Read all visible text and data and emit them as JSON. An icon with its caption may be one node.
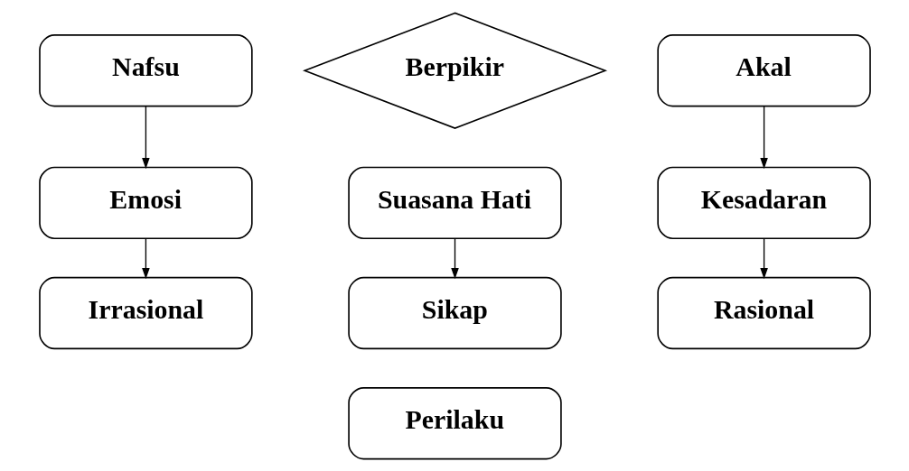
{
  "diagram": {
    "nodes": [
      {
        "text": [
          "Nafsu"
        ]
      },
      {
        "text": [
          "Berpikir"
        ]
      },
      {
        "text": [
          "Akal"
        ]
      },
      {
        "text": [
          "Emosi"
        ]
      },
      {
        "text": [
          "Suasana Hati"
        ]
      },
      {
        "text": [
          "Kesadaran"
        ]
      },
      {
        "text": [
          "Irrasional"
        ]
      },
      {
        "text": [
          "Sikap"
        ]
      },
      {
        "text": [
          "Rasional"
        ]
      },
      {
        "text": [
          "Perilaku"
        ]
      }
    ],
    "edges": [
      {
        "from": 0,
        "to": 3,
        "arrow": "to"
      },
      {
        "from": 3,
        "to": 6,
        "arrow": "to"
      },
      {
        "from": 4,
        "to": 7,
        "arrow": "to"
      },
      {
        "from": 2,
        "to": 5,
        "arrow": "to"
      },
      {
        "from": 5,
        "to": 8,
        "arrow": "to"
      }
    ]
  }
}
